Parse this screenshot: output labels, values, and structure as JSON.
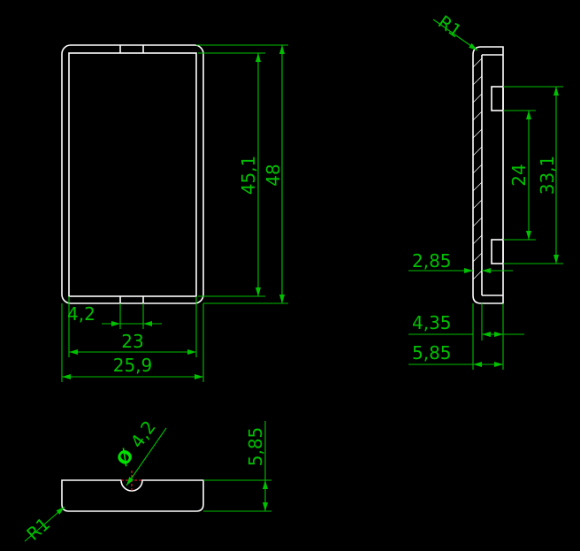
{
  "colors": {
    "background": "#000000",
    "geometry": "#ffffff",
    "dimension": "#00c000",
    "centerline": "#ff2a2a"
  },
  "front_view": {
    "height_inner": "45,1",
    "height_outer": "48",
    "slot_width": "4,2",
    "width_inner": "23",
    "width_outer": "25,9"
  },
  "side_view": {
    "radius": "R1",
    "slot_outer": "33,1",
    "slot_inner": "24",
    "wall": "2,85",
    "depth_inner": "4,35",
    "depth_outer": "5,85"
  },
  "bottom_view": {
    "diameter_symbol": "Ø",
    "diameter": "4,2",
    "thickness": "5,85",
    "radius": "R1"
  }
}
